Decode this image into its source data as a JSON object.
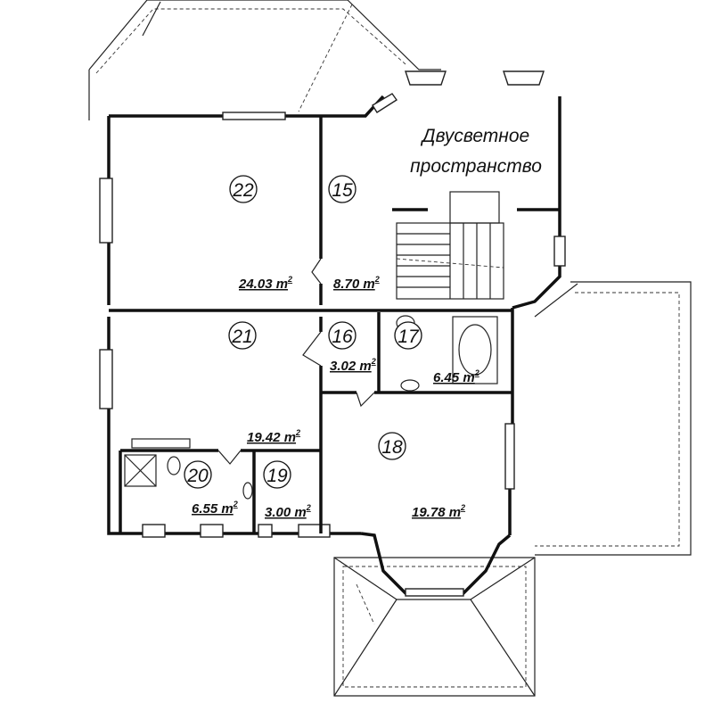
{
  "label": {
    "line1": "Двусветное",
    "line2": "пространство"
  },
  "rooms": [
    {
      "id": "22",
      "area": "24.03 m",
      "unit_sup": "2"
    },
    {
      "id": "15",
      "area": "8.70 m",
      "unit_sup": "2"
    },
    {
      "id": "21",
      "area": "19.42 m",
      "unit_sup": "2"
    },
    {
      "id": "16",
      "area": "3.02 m",
      "unit_sup": "2"
    },
    {
      "id": "17",
      "area": "6.45 m",
      "unit_sup": "2"
    },
    {
      "id": "18",
      "area": "19.78 m",
      "unit_sup": "2"
    },
    {
      "id": "19",
      "area": "3.00 m",
      "unit_sup": "2"
    },
    {
      "id": "20",
      "area": "6.55 m",
      "unit_sup": "2"
    }
  ]
}
